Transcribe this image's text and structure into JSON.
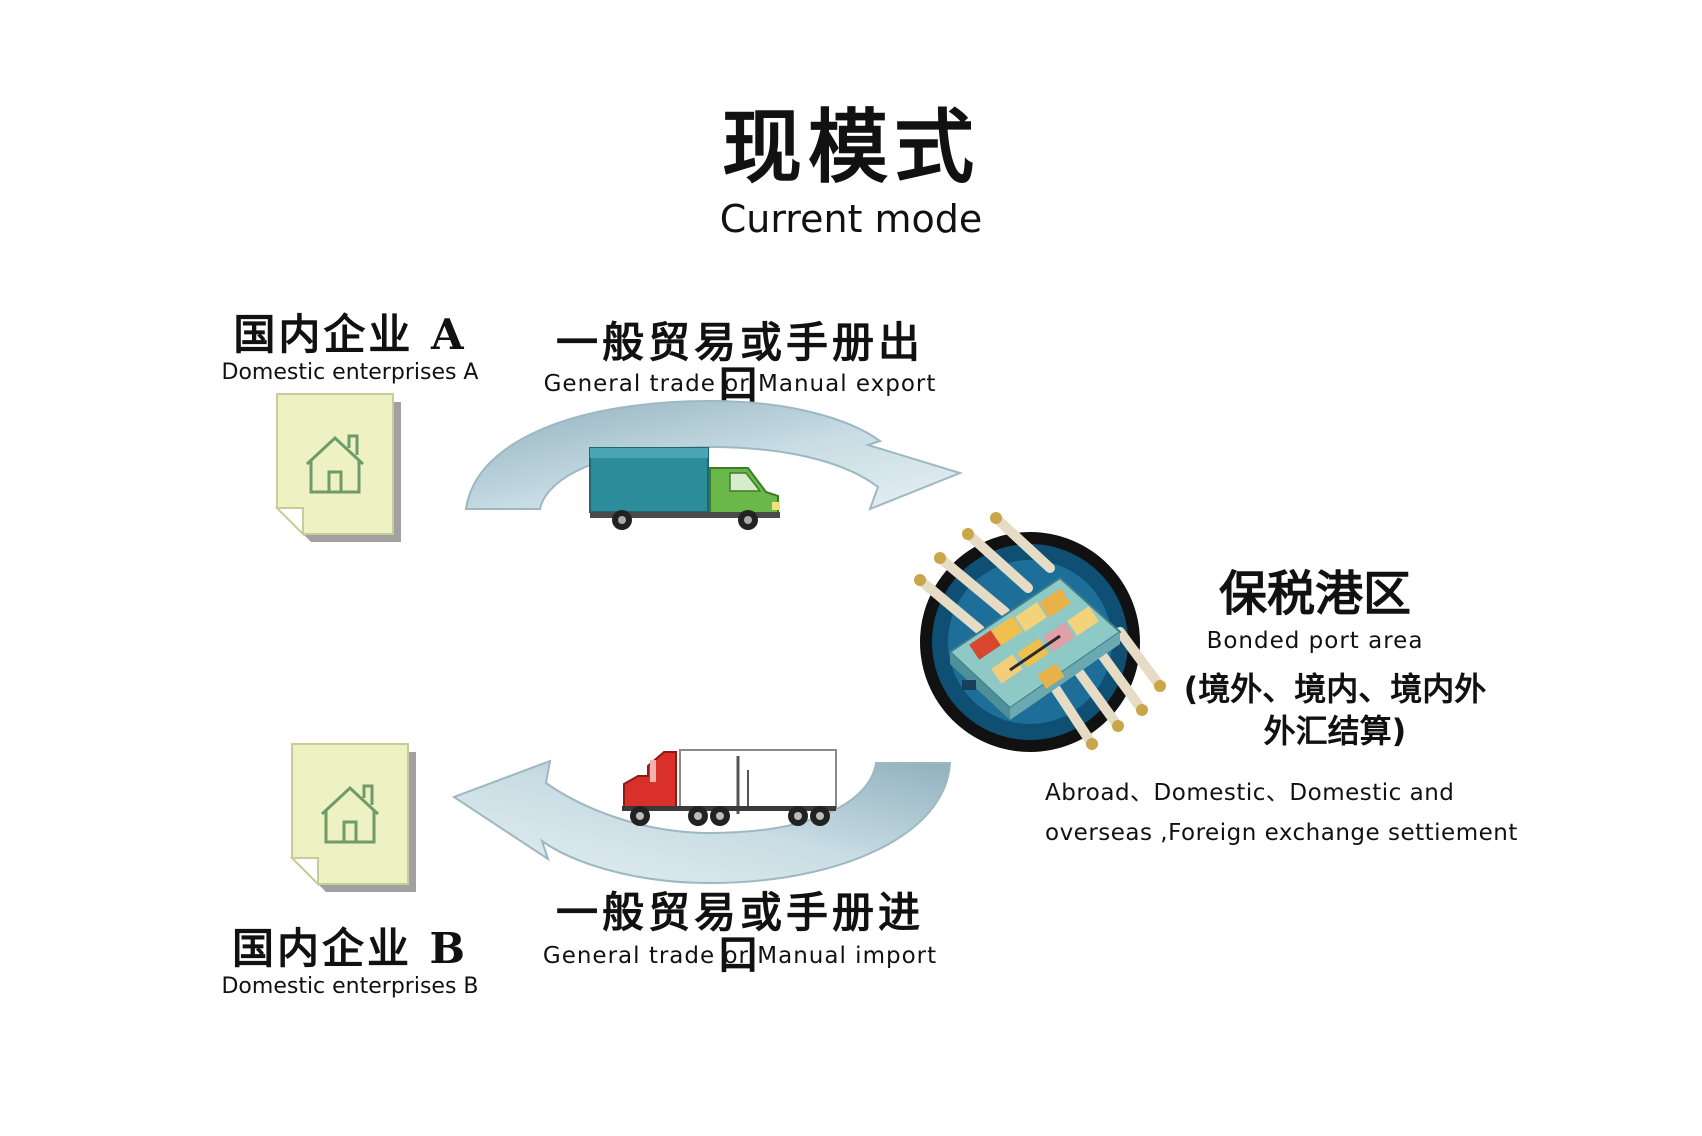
{
  "header": {
    "title_cn": "现模式",
    "title_en": "Current mode"
  },
  "enterprise_a": {
    "name_cn": "国内企业 A",
    "name_en": "Domestic enterprises A"
  },
  "enterprise_b": {
    "name_cn": "国内企业 B",
    "name_en": "Domestic enterprises B"
  },
  "export_flow": {
    "label_cn": "一般贸易或手册出口",
    "label_en": "General trade or Manual export"
  },
  "import_flow": {
    "label_cn": "一般贸易或手册进口",
    "label_en": "General trade or Manual import"
  },
  "bonded_port": {
    "name_cn": "保税港区",
    "name_en": "Bonded port area",
    "note_cn_line1": "(境外、境内、境内外",
    "note_cn_line2": "外汇结算)",
    "note_en_line1": "Abroad、Domestic、Domestic and",
    "note_en_line2": "overseas ,Foreign exchange settiement"
  },
  "colors": {
    "arrow_fill": "#a7c3cf",
    "document_fill": "#eef2c2",
    "document_outline": "#6f9a6a",
    "truck_box_teal": "#2d8c99",
    "truck_cab_green": "#6bb84a",
    "truck_cab_red": "#d9302a",
    "port_ring": "#0f4f74"
  },
  "icons": {
    "enterprise_icon": "house-document-icon",
    "export_vehicle": "box-truck-icon",
    "import_vehicle": "semi-truck-icon",
    "port_icon": "bonded-port-icon"
  }
}
